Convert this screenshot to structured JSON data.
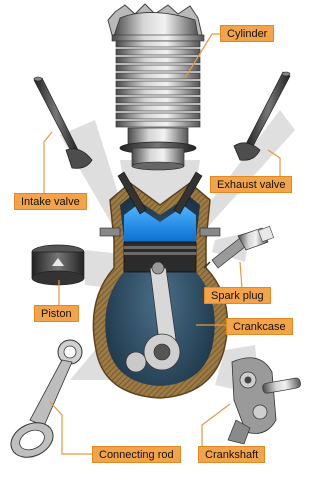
{
  "diagram": {
    "labels": {
      "cylinder": "Cylinder",
      "intake_valve": "Intake valve",
      "exhaust_valve": "Exhaust valve",
      "spark_plug": "Spark plug",
      "piston": "Piston",
      "crankcase": "Crankcase",
      "connecting_rod": "Connecting rod",
      "crankshaft": "Crankshaft"
    },
    "colors": {
      "label_fill": "#f3a44b",
      "leader_line": "#e39a3c",
      "crankcase_wall": "#8a6a3a",
      "combustion_chamber": "#1e90ff",
      "crankcase_interior": "#2e4f66"
    }
  }
}
